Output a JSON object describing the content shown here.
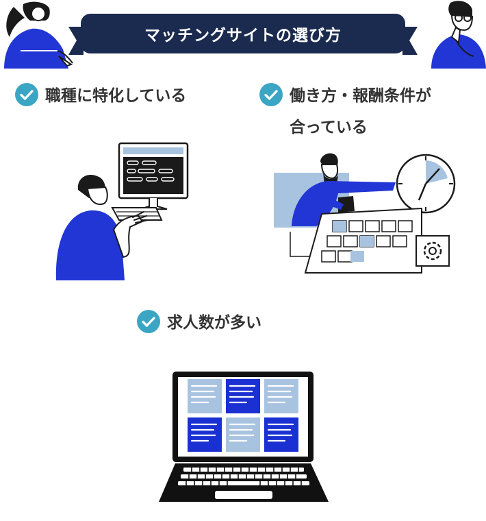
{
  "banner": {
    "title": "マッチングサイトの選び方"
  },
  "features": [
    {
      "label": "職種に特化している",
      "icon": "check-circle-icon"
    },
    {
      "label": "働き方・報酬条件が\n合っている",
      "icon": "check-circle-icon"
    },
    {
      "label": "求人数が多い",
      "icon": "check-circle-icon"
    }
  ],
  "colors": {
    "navy": "#1b2b4f",
    "blue": "#2236d6",
    "lightblue": "#a8c3e0",
    "teal": "#3ba5c4",
    "dark": "#1a1a1a"
  }
}
